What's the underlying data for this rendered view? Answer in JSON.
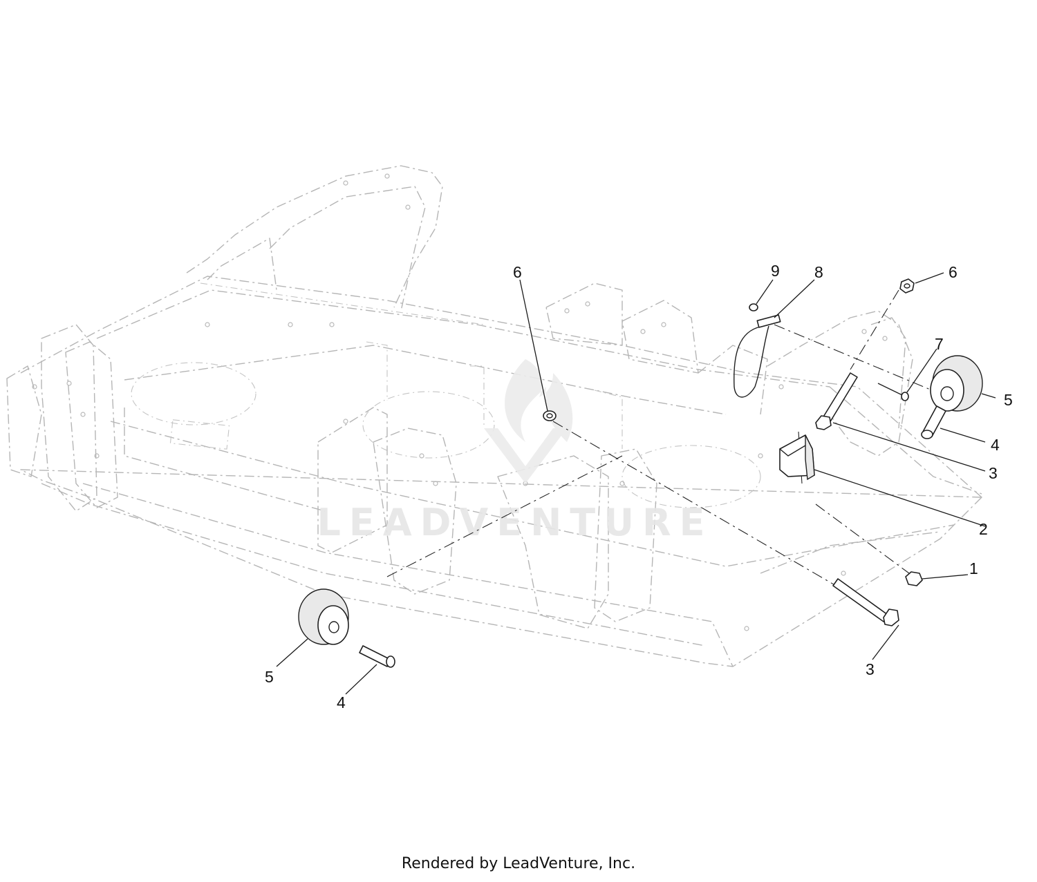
{
  "callouts": [
    {
      "id": "c1",
      "label": "1"
    },
    {
      "id": "c2",
      "label": "2"
    },
    {
      "id": "c3a",
      "label": "3"
    },
    {
      "id": "c3b",
      "label": "3"
    },
    {
      "id": "c4a",
      "label": "4"
    },
    {
      "id": "c4b",
      "label": "4"
    },
    {
      "id": "c5a",
      "label": "5"
    },
    {
      "id": "c5b",
      "label": "5"
    },
    {
      "id": "c6a",
      "label": "6"
    },
    {
      "id": "c6b",
      "label": "6"
    },
    {
      "id": "c7",
      "label": "7"
    },
    {
      "id": "c8",
      "label": "8"
    },
    {
      "id": "c9",
      "label": "9"
    }
  ],
  "watermark": {
    "text": "LEADVENTURE"
  },
  "footer": {
    "text": "Rendered by LeadVenture, Inc."
  }
}
